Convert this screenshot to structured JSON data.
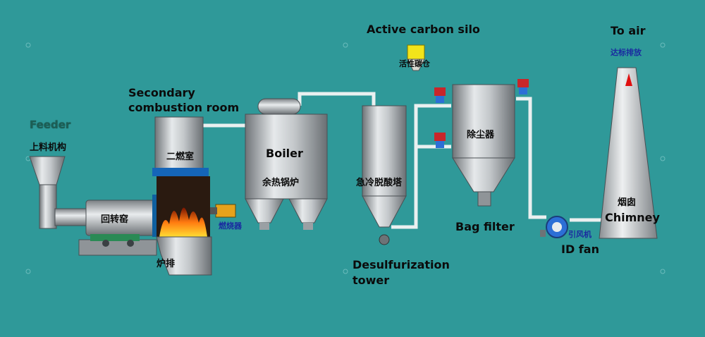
{
  "labels": {
    "feeder_en": "Feeder",
    "feeder_zh": "上料机构",
    "rotary_kiln_zh": "回转窑",
    "grate_zh": "炉排",
    "secondary_combustion_en_line1": "Secondary",
    "secondary_combustion_en_line2": "combustion room",
    "secondary_combustion_zh": "二燃室",
    "burner_zh": "燃烧器",
    "boiler_en": "Boiler",
    "boiler_zh": "余热锅炉",
    "desulfurization_zh": "急冷脱酸塔",
    "desulfurization_en_line1": "Desulfurization",
    "desulfurization_en_line2": "tower",
    "carbon_silo_en": "Active carbon silo",
    "carbon_silo_zh": "活性碳仓",
    "dust_collector_zh": "除尘器",
    "bag_filter_en": "Bag filter",
    "id_fan_zh": "引风机",
    "id_fan_en": "ID fan",
    "chimney_zh": "烟囱",
    "chimney_en": "Chimney",
    "to_air_en": "To air",
    "to_air_zh": "达标排放"
  },
  "colors": {
    "background": "#2f9999",
    "equipment_steel": "#b8bcc0",
    "pipe": "#e8eeee",
    "flame": "#ff8c1a",
    "fan_blue": "#2c6fd6",
    "silo_yellow": "#f2e41a",
    "stack_arrow": "#e01010"
  }
}
